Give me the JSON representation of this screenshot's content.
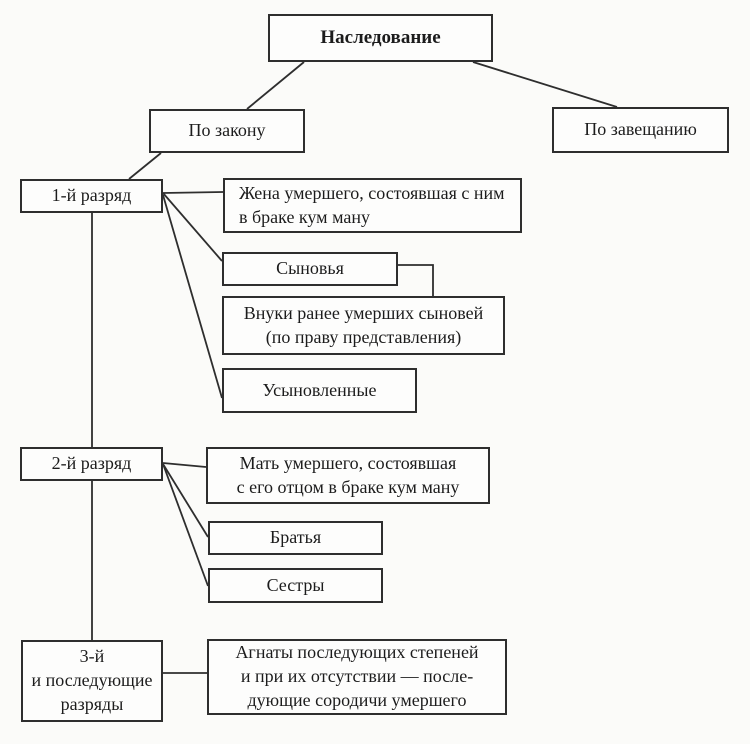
{
  "diagram": {
    "root": {
      "label": "Наследование"
    },
    "branches": {
      "by_law": {
        "label": "По закону"
      },
      "by_will": {
        "label": "По завещанию"
      }
    },
    "ranks": {
      "rank1": {
        "label": "1-й разряд",
        "children": {
          "wife": {
            "label": "Жена умершего, состоявшая с ним\nв браке кум ману"
          },
          "sons": {
            "label": "Сыновья"
          },
          "grandsons": {
            "label": "Внуки ранее умерших сыновей\n(по праву представления)"
          },
          "adopted": {
            "label": "Усыновленные"
          }
        }
      },
      "rank2": {
        "label": "2-й разряд",
        "children": {
          "mother": {
            "label": "Мать умершего, состоявшая\nс его отцом в браке кум ману"
          },
          "brothers": {
            "label": "Братья"
          },
          "sisters": {
            "label": "Сестры"
          }
        }
      },
      "rank3": {
        "label": "3-й\nи последующие\nразряды",
        "children": {
          "agnates": {
            "label": "Агнаты последующих степеней\nи при их отсутствии — после-\nдующие сородичи умершего"
          }
        }
      }
    },
    "colors": {
      "background": "#fbfbf9",
      "box_fill": "#fdfdfc",
      "box_border": "#2e2e2e",
      "connector": "#2e2e2e",
      "text": "#1c1c1c"
    }
  }
}
